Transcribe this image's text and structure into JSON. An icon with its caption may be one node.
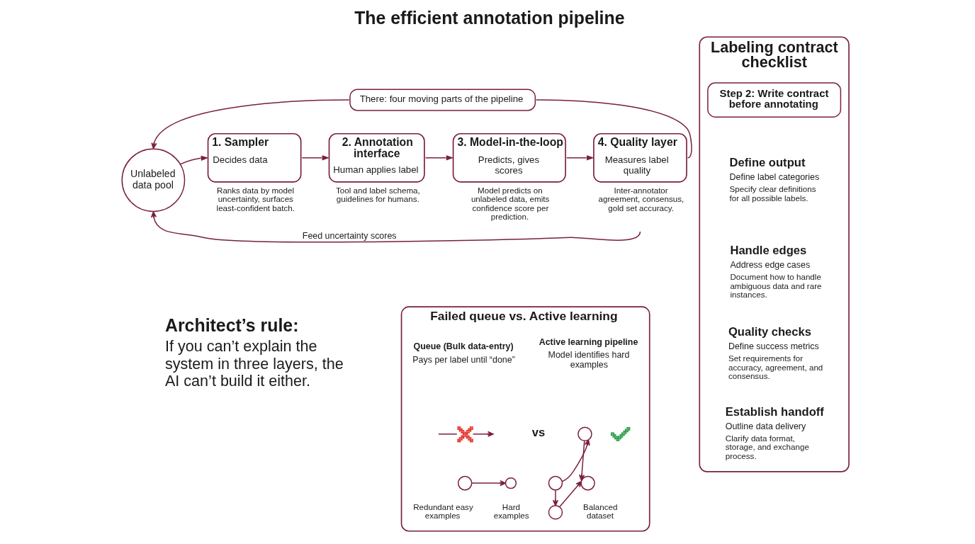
{
  "diagram": {
    "title": "The efficient annotation pipeline",
    "nodes": [
      {
        "text": [
          "There: four moving parts of the pipeline"
        ]
      },
      {
        "text": [
          "Unlabeled data pool"
        ]
      },
      {
        "text": [
          "1. Sampler",
          "Decides data"
        ],
        "beside": [
          "Ranks data by model uncertainty, surfaces least-confident batch."
        ]
      },
      {
        "text": [
          "2. Annotation interface",
          "Human applies label"
        ],
        "beside": [
          "Tool and label schema, guidelines for humans."
        ]
      },
      {
        "text": [
          "3. Model-in-the-loop",
          "Predicts, gives scores"
        ],
        "beside": [
          "Model predicts on unlabeled data, emits confidence score per prediction."
        ]
      },
      {
        "text": [
          "4. Quality layer",
          "Measures label quality"
        ],
        "beside": [
          "Inter-annotator agreement, consensus, gold set accuracy."
        ]
      },
      {
        "text": [
          "Failed queue vs. Active learning"
        ]
      },
      {
        "text": [],
        "shape": "cross",
        "in": 6
      },
      {
        "text": [],
        "shape": "circle",
        "in": 6,
        "beside": [
          "Redundant easy examples"
        ]
      },
      {
        "text": [],
        "shape": "circle",
        "in": 6,
        "beside": [
          "Hard examples"
        ]
      },
      {
        "text": [],
        "shape": "check",
        "in": 6
      },
      {
        "text": [],
        "shape": "circle",
        "in": 6
      },
      {
        "text": [],
        "shape": "circle",
        "in": 6
      },
      {
        "text": [],
        "shape": "circle",
        "in": 6
      },
      {
        "text": [],
        "shape": "circle",
        "in": 6,
        "beside": [
          "Balanced dataset"
        ]
      },
      {
        "text": [
          "Labeling contract checklist"
        ]
      },
      {
        "text": [
          "Step 2: Write contract before annotating"
        ],
        "in": 15
      }
    ],
    "edges": [
      {
        "from": 1,
        "to": 2,
        "arrow": "to"
      },
      {
        "from": 2,
        "to": 3,
        "arrow": "to"
      },
      {
        "from": 3,
        "to": 4,
        "arrow": "to"
      },
      {
        "from": 4,
        "to": 5,
        "arrow": "to"
      },
      {
        "from": 5,
        "to": 0,
        "arrow": "none"
      },
      {
        "from": 0,
        "to": 1,
        "arrow": "to"
      },
      {
        "from": 5,
        "to": 1,
        "arrow": "to",
        "label": "Feed uncertainty scores"
      },
      {
        "from": null,
        "to": 7,
        "arrow": "none"
      },
      {
        "from": 7,
        "to": null,
        "arrow": "to"
      },
      {
        "from": 8,
        "to": 9,
        "arrow": "to"
      },
      {
        "from": 11,
        "to": 12,
        "arrow": "to"
      },
      {
        "from": 11,
        "to": 13,
        "arrow": "to"
      },
      {
        "from": 12,
        "to": 14,
        "arrow": "to"
      },
      {
        "from": 13,
        "to": 14,
        "arrow": "to"
      }
    ],
    "labels": [
      "Architect’s rule:",
      "If you can’t explain the system in three layers, the AI can’t build it either.",
      "Queue (Bulk data-entry)",
      "Pays per label until “done”",
      "Active learning pipeline",
      "Model identifies hard examples",
      "vs",
      "Define output",
      "Define label categories",
      "Specify clear definitions for all possible labels.",
      "Handle edges",
      "Address edge cases",
      "Document how to handle ambiguous data and rare instances.",
      "Quality checks",
      "Define success metrics",
      "Set requirements for accuracy, agreement, and consensus.",
      "Establish handoff",
      "Outline data delivery",
      "Clarify data format, storage, and exchange process."
    ]
  }
}
